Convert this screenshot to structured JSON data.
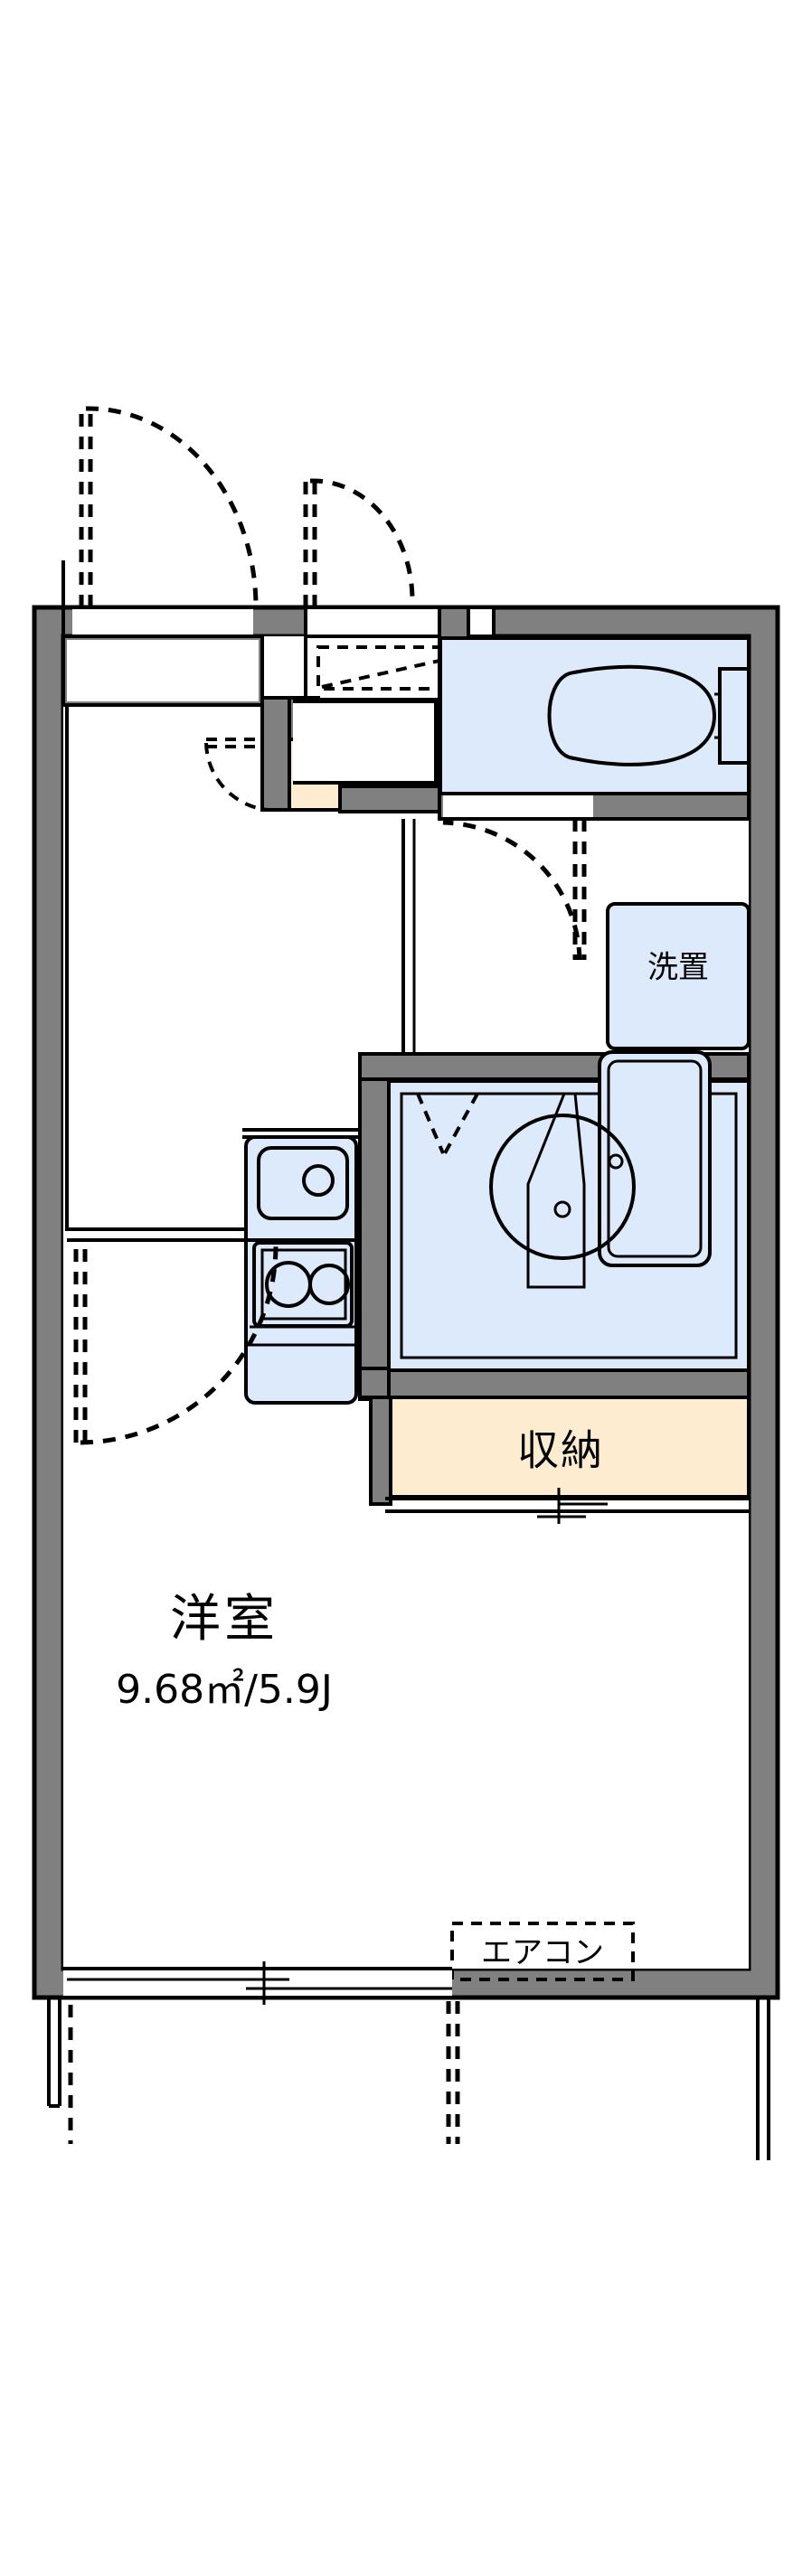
{
  "plan": {
    "title": "Apartment floor plan 1K",
    "background_color": "#ffffff",
    "wall_color": "#808080",
    "outline_color": "#000000",
    "fixture_color": "#ddeafb",
    "closet_color": "#fdeccf"
  },
  "labels": {
    "main_room": "洋室",
    "main_room_area": "9.68㎡/5.9J",
    "closet": "収納",
    "washer": "洗置",
    "aircon": "エアコン"
  },
  "rooms": [
    {
      "id": "main_room",
      "name": "洋室",
      "area": "9.68㎡/5.9J"
    },
    {
      "id": "closet",
      "name": "収納"
    },
    {
      "id": "washer_space",
      "name": "洗置"
    },
    {
      "id": "toilet",
      "name": ""
    },
    {
      "id": "unit_bath",
      "name": ""
    },
    {
      "id": "entrance",
      "name": ""
    },
    {
      "id": "kitchen",
      "name": ""
    }
  ],
  "fixtures": [
    {
      "id": "toilet-bowl",
      "icon": "toilet-icon"
    },
    {
      "id": "bathtub",
      "icon": "bathtub-icon"
    },
    {
      "id": "bath-sink",
      "icon": "washbasin-icon"
    },
    {
      "id": "kitchen-sink",
      "icon": "sink-icon"
    },
    {
      "id": "stove",
      "icon": "two-burner-stove-icon"
    },
    {
      "id": "washer-space",
      "icon": "washing-machine-icon"
    },
    {
      "id": "shoe-box",
      "icon": "shoe-cabinet-icon"
    },
    {
      "id": "aircon-unit",
      "icon": "air-conditioner-icon"
    }
  ],
  "doors": [
    {
      "id": "entrance-door",
      "type": "swing-out"
    },
    {
      "id": "toilet-door",
      "type": "swing-out"
    },
    {
      "id": "bath-door",
      "type": "folding"
    },
    {
      "id": "room-door",
      "type": "swing"
    },
    {
      "id": "closet-door",
      "type": "sliding"
    },
    {
      "id": "balcony-window",
      "type": "sliding-glass"
    }
  ]
}
